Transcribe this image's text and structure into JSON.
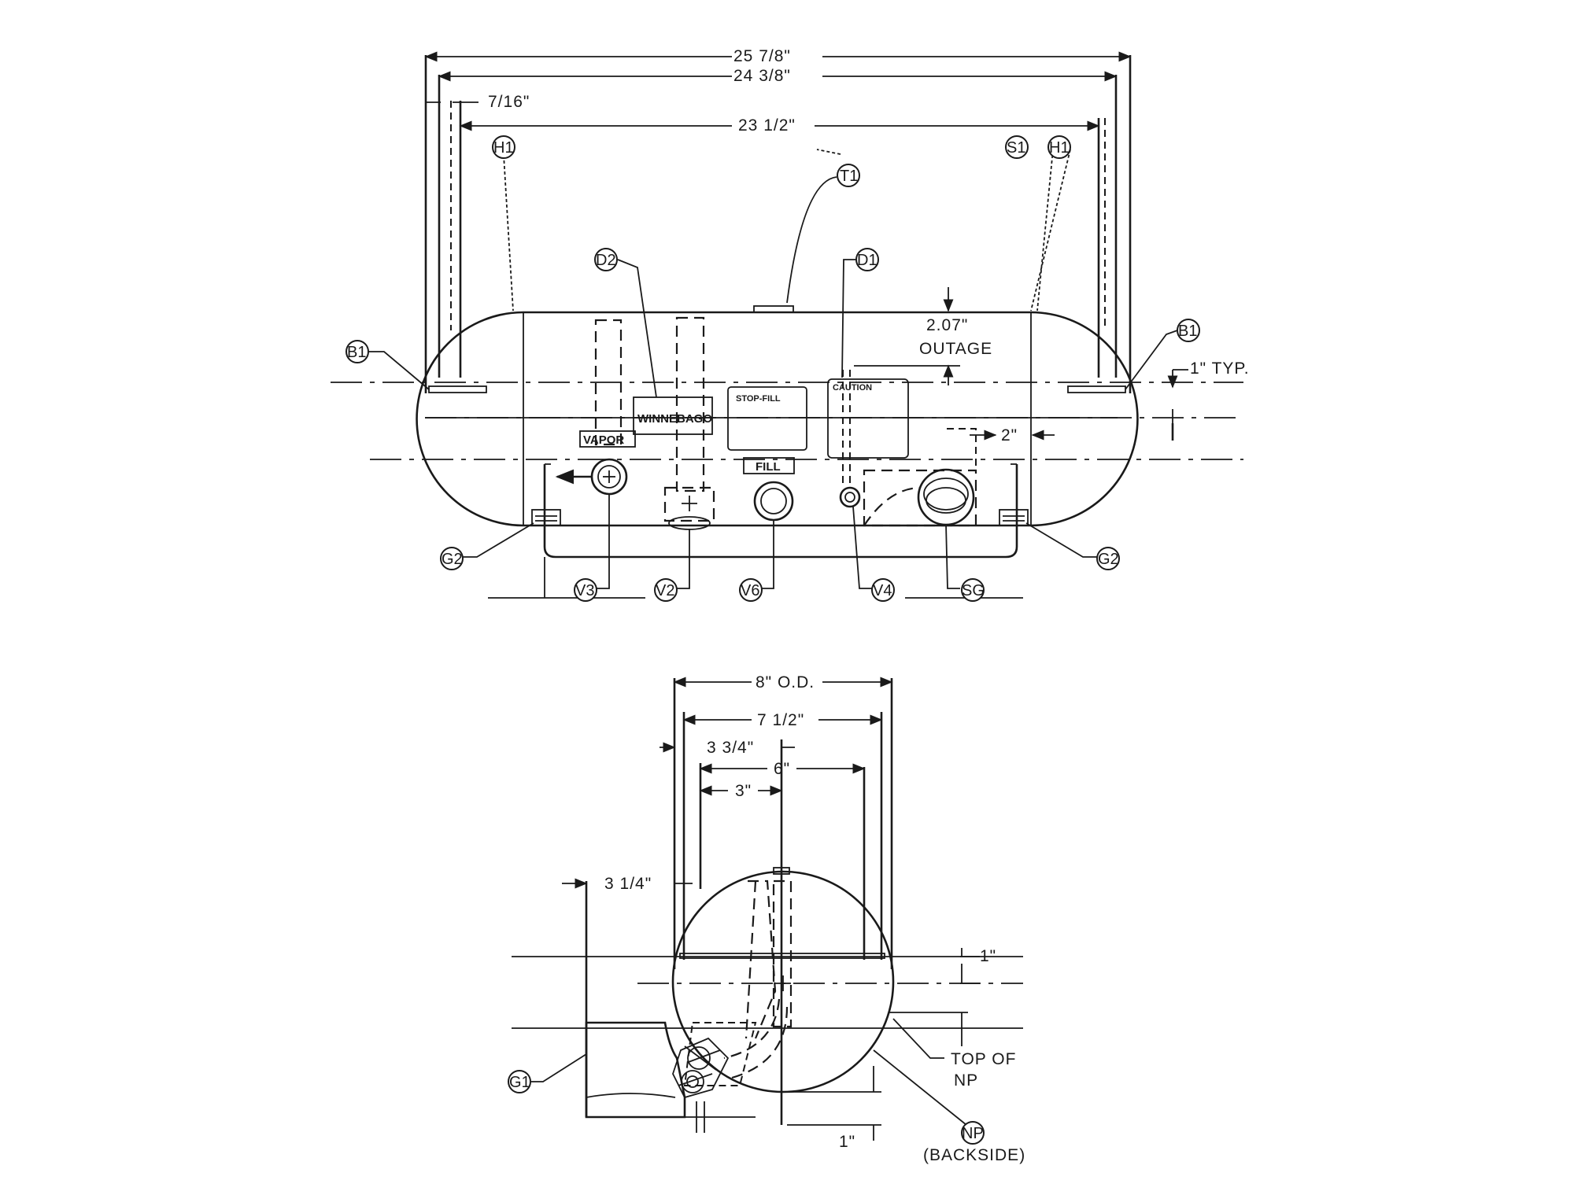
{
  "front_view": {
    "dimensions": {
      "overall": "25 7/8\"",
      "mount_span": "24 3/8\"",
      "edge_offset": "7/16\"",
      "shell_length": "23 1/2\"",
      "outage_value": "2.07\"",
      "outage_label": "OUTAGE",
      "typ_offset": "1\" TYP.",
      "gauge_offset": "2\""
    },
    "callouts": {
      "h1_left": "H1",
      "h1_right": "H1",
      "s1": "S1",
      "t1": "T1",
      "d2": "D2",
      "d1": "D1",
      "b1_left": "B1",
      "b1_right": "B1",
      "g2_left": "G2",
      "g2_right": "G2",
      "v3": "V3",
      "v2": "V2",
      "v6": "V6",
      "v4": "V4",
      "sg": "SG"
    },
    "labels": {
      "winnebago": "WINNEBAGO",
      "stop_fill": "STOP-FILL",
      "caution": "CAUTION",
      "vapor": "VAPOR",
      "fill": "FILL"
    }
  },
  "end_view": {
    "dimensions": {
      "od": "8\" O.D.",
      "width": "7 1/2\"",
      "offset_a": "3 3/4\"",
      "offset_b": "6\"",
      "offset_c": "3\"",
      "offset_d": "3 1/4\"",
      "top_gap": "1\"",
      "bottom_gap": "1\""
    },
    "callouts": {
      "g1": "G1",
      "np": "NP"
    },
    "labels": {
      "top_of": "TOP OF",
      "np": "NP",
      "backside": "(BACKSIDE)"
    }
  }
}
